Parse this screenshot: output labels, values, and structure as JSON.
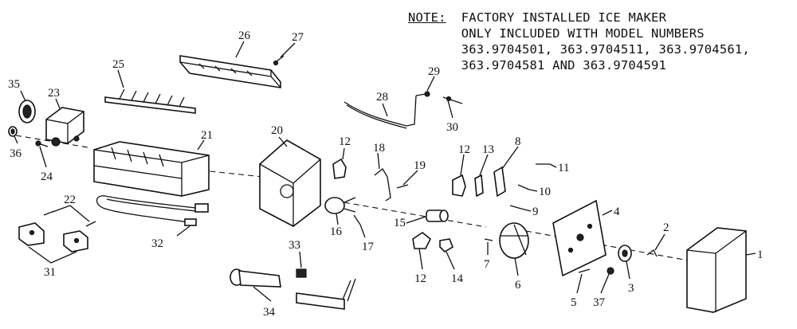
{
  "note": {
    "label": "NOTE:",
    "lines": [
      "FACTORY INSTALLED ICE MAKER",
      "ONLY INCLUDED WITH MODEL NUMBERS",
      "363.9704501, 363.9704511, 363.9704561,",
      "363.9704581 AND 363.9704591"
    ]
  },
  "callouts": {
    "c1": "1",
    "c2": "2",
    "c3": "3",
    "c4": "4",
    "c5": "5",
    "c6": "6",
    "c7": "7",
    "c8": "8",
    "c9": "9",
    "c10": "10",
    "c11": "11",
    "c12a": "12",
    "c12b": "12",
    "c12c": "12",
    "c13": "13",
    "c14": "14",
    "c15": "15",
    "c16": "16",
    "c17": "17",
    "c18": "18",
    "c19": "19",
    "c20": "20",
    "c21": "21",
    "c22": "22",
    "c23": "23",
    "c24": "24",
    "c25": "25",
    "c26": "26",
    "c27": "27",
    "c28": "28",
    "c29": "29",
    "c30": "30",
    "c31": "31",
    "c32": "32",
    "c33": "33",
    "c34": "34",
    "c35": "35",
    "c36": "36",
    "c37": "37"
  }
}
